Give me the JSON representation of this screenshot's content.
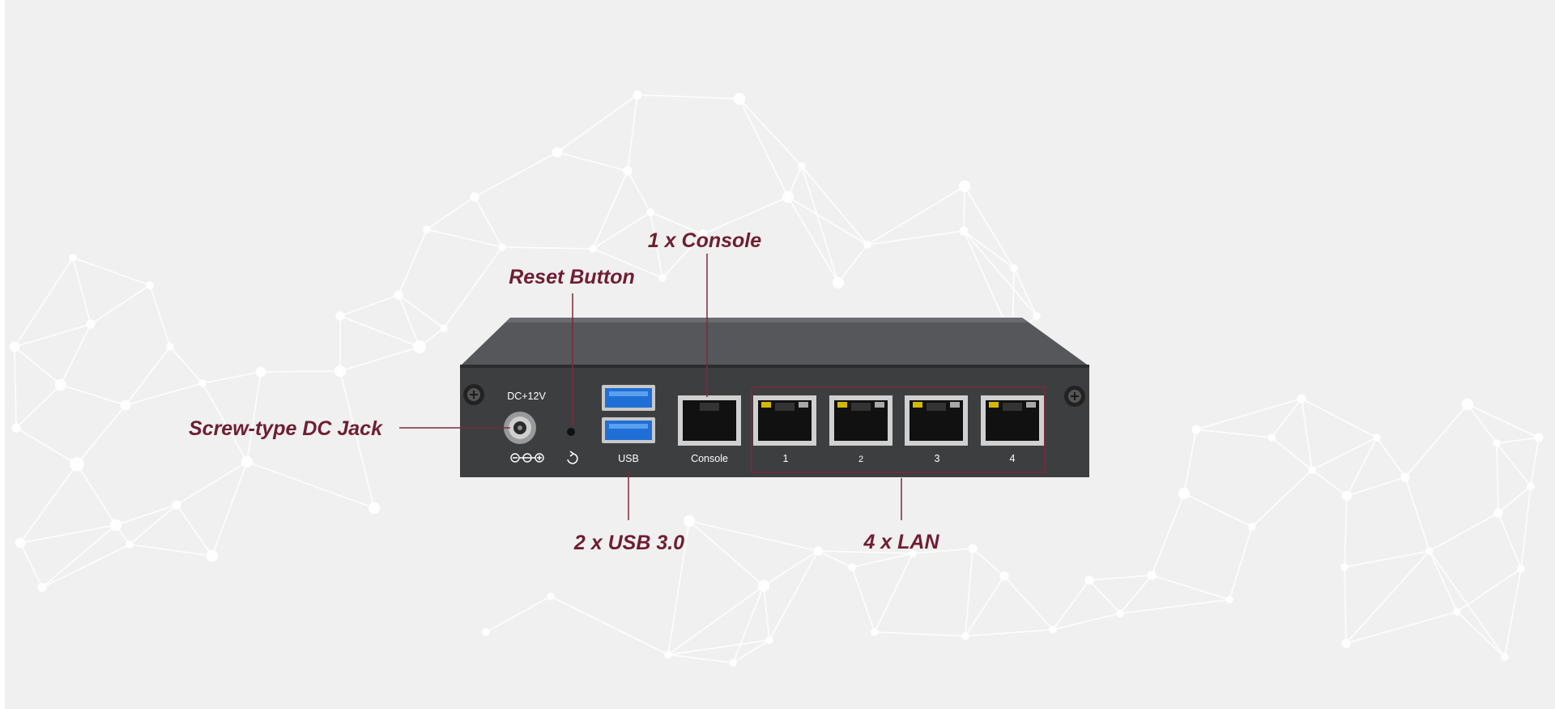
{
  "callouts": {
    "console": "1 x Console",
    "reset": "Reset Button",
    "dc_jack": "Screw-type DC Jack",
    "usb": "2 x USB 3.0",
    "lan": "4 x LAN"
  },
  "panel": {
    "dc_label": "DC+12V",
    "usb_label": "USB",
    "console_label": "Console",
    "lan_ports": [
      "1",
      "2",
      "3",
      "4"
    ]
  },
  "colors": {
    "background": "#f0f0f0",
    "network_lines": "#ffffff",
    "callout_text": "#6e1e33",
    "leader_line": "#7a2a3c",
    "chassis": "#3d3e40",
    "usb_blue": "#1f6fd6"
  }
}
